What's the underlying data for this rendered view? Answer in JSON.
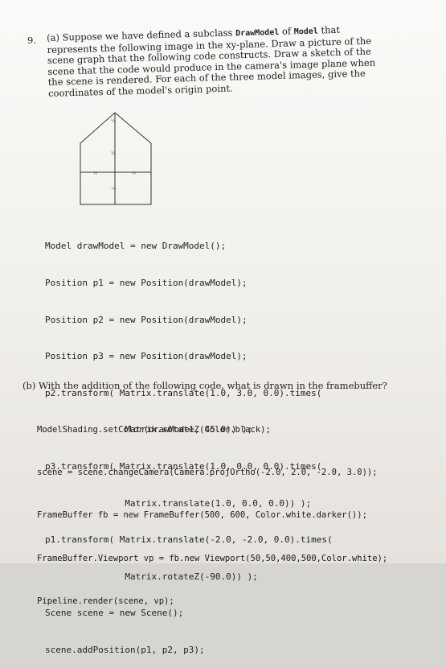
{
  "question": {
    "number": "9.",
    "part_a_label": "(a)",
    "part_a_text_1": "Suppose we have defined a subclass ",
    "class_name": "DrawModel",
    "part_a_text_2": " of ",
    "base_class": "Model",
    "part_a_text_3": " that represents the following image in the xy-plane. Draw a picture of the scene graph that the following code constructs. Draw a sketch of the scene that the code would produce in the camera's image plane when the scene is rendered. For each of the three model images, give the coordinates of the model's origin point.",
    "diagram_labels": [
      "¼",
      "½",
      "½",
      "½",
      "-½"
    ],
    "code_a": [
      "Model drawModel = new DrawModel();",
      "Position p1 = new Position(drawModel);",
      "Position p2 = new Position(drawModel);",
      "Position p3 = new Position(drawModel);",
      "p2.transform( Matrix.translate(1.0, 3.0, 0.0).times(",
      "               Matrix.rotateZ(45.0)) );",
      "p3.transform( Matrix.translate(1.0, 0.0, 0.0).times(",
      "               Matrix.translate(1.0, 0.0, 0.0)) );",
      "p1.transform( Matrix.translate(-2.0, -2.0, 0.0).times(",
      "               Matrix.rotateZ(-90.0)) );",
      "Scene scene = new Scene();",
      "scene.addPosition(p1, p2, p3);"
    ],
    "part_b_label": "(b)",
    "part_b_text": "With the addition of the following code, what is drawn in the framebuffer?",
    "code_b": [
      "ModelShading.setColor(drawModel, Color.black);",
      "scene = scene.changeCamera(Camera.projOrtho(-2.0, 2.0, -2.0, 3.0));",
      "FrameBuffer fb = new FrameBuffer(500, 600, Color.white.darker());",
      "FrameBuffer.Viewport vp = fb.new Viewport(50,50,400,500,Color.white);",
      "Pipeline.render(scene, vp);"
    ]
  }
}
